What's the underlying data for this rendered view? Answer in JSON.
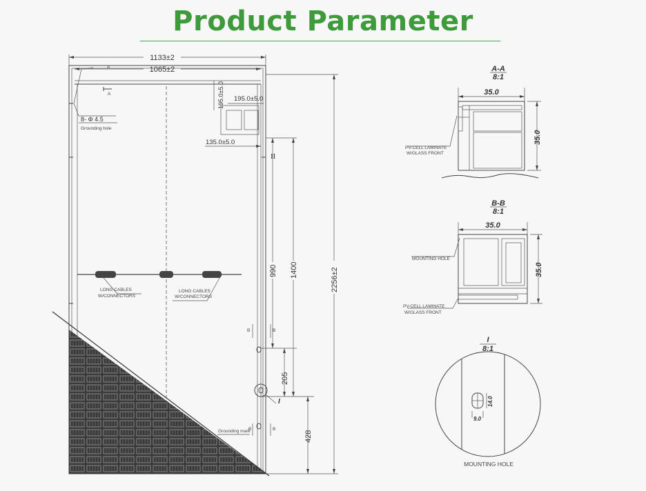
{
  "title": "Product Parameter",
  "front_view": {
    "width_overall": "1133±2",
    "width_inner": "1065±2",
    "section_marker_a": "A",
    "holes_label": "8- Φ 4.5",
    "grounding_hole": "Grounding hole",
    "jbox_dim_v": "195.0±5.0",
    "jbox_dim_h": "195.0±5.0",
    "jbox_offset": "135.0±5.0",
    "detail_marker": "II",
    "cable_label_1a": "LONG CABLES",
    "cable_label_1b": "W/CONNECTORS",
    "cable_label_2a": "LONG CABLES",
    "cable_label_2b": "W/CONNECTORS",
    "dim_990": "990",
    "dim_1400": "1400",
    "dim_2256": "2256±2",
    "dim_205": "205",
    "dim_428": "428",
    "section_marker_b": "B",
    "detail_marker_i": "I",
    "grounding_mark": "Grounding mark"
  },
  "section_aa": {
    "title": "A-A",
    "scale": "8:1",
    "width": "35.0",
    "height": "35.0",
    "label_a": "PV-CELL LAMINATE",
    "label_b": "W/GLASS FRONT"
  },
  "section_bb": {
    "title": "B-B",
    "scale": "8:1",
    "width": "35.0",
    "height": "35.0",
    "mounting_hole": "MOUNTING HOLE",
    "label_a": "PV-CELL LAMINATE",
    "label_b": "W/GLASS FRONT"
  },
  "detail_i": {
    "title": "I",
    "scale": "8:1",
    "dim_14": "14.0",
    "dim_9": "9.0",
    "caption": "MOUNTING HOLE"
  }
}
